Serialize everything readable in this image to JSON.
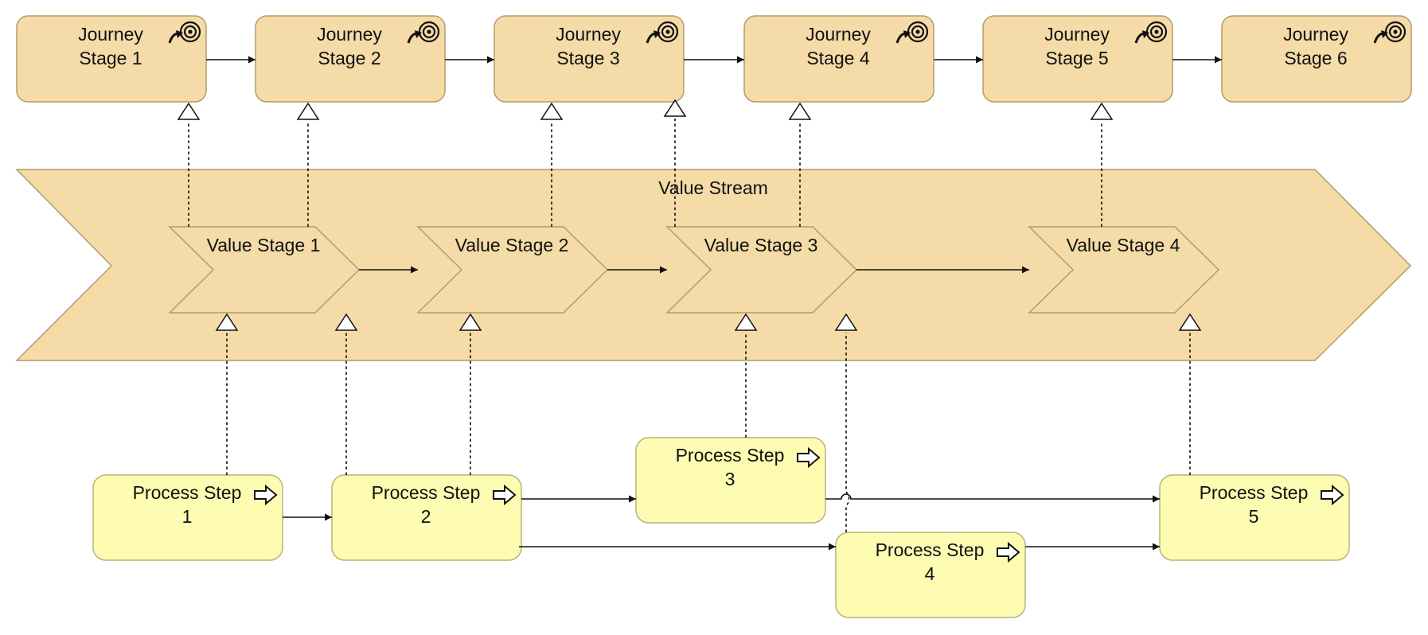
{
  "colors": {
    "journey_fill": "#f4dba7",
    "value_fill": "#f4dba7",
    "process_fill": "#fdfcb2",
    "border_tan": "#b59b6b",
    "line": "#111111"
  },
  "value_stream": {
    "label": "Value Stream"
  },
  "journey_stages": [
    {
      "id": "j1",
      "lines": [
        "Journey",
        "Stage 1"
      ],
      "icon": "target-icon"
    },
    {
      "id": "j2",
      "lines": [
        "Journey",
        "Stage 2"
      ],
      "icon": "target-icon"
    },
    {
      "id": "j3",
      "lines": [
        "Journey",
        "Stage 3"
      ],
      "icon": "target-icon"
    },
    {
      "id": "j4",
      "lines": [
        "Journey",
        "Stage 4"
      ],
      "icon": "target-icon"
    },
    {
      "id": "j5",
      "lines": [
        "Journey",
        "Stage 5"
      ],
      "icon": "target-icon"
    },
    {
      "id": "j6",
      "lines": [
        "Journey",
        "Stage 6"
      ],
      "icon": "target-icon"
    }
  ],
  "value_stages": [
    {
      "id": "v1",
      "label": "Value Stage 1"
    },
    {
      "id": "v2",
      "label": "Value Stage 2"
    },
    {
      "id": "v3",
      "label": "Value Stage 3"
    },
    {
      "id": "v4",
      "label": "Value Stage 4"
    }
  ],
  "process_steps": [
    {
      "id": "p1",
      "lines": [
        "Process Step",
        "1"
      ],
      "icon": "process-arrow-icon"
    },
    {
      "id": "p2",
      "lines": [
        "Process Step",
        "2"
      ],
      "icon": "process-arrow-icon"
    },
    {
      "id": "p3",
      "lines": [
        "Process Step",
        "3"
      ],
      "icon": "process-arrow-icon"
    },
    {
      "id": "p4",
      "lines": [
        "Process Step",
        "4"
      ],
      "icon": "process-arrow-icon"
    },
    {
      "id": "p5",
      "lines": [
        "Process Step",
        "5"
      ],
      "icon": "process-arrow-icon"
    }
  ],
  "flows": [
    {
      "from": "j1",
      "to": "j2"
    },
    {
      "from": "j2",
      "to": "j3"
    },
    {
      "from": "j3",
      "to": "j4"
    },
    {
      "from": "j4",
      "to": "j5"
    },
    {
      "from": "j5",
      "to": "j6"
    },
    {
      "from": "v1",
      "to": "v2"
    },
    {
      "from": "v2",
      "to": "v3"
    },
    {
      "from": "v3",
      "to": "v4"
    },
    {
      "from": "p1",
      "to": "p2"
    },
    {
      "from": "p2",
      "to": "p3"
    },
    {
      "from": "p2",
      "to": "p4"
    },
    {
      "from": "p3",
      "to": "p5"
    },
    {
      "from": "p4",
      "to": "p5"
    }
  ],
  "realizations": [
    {
      "from": "v1",
      "to": "j1"
    },
    {
      "from": "v1",
      "to": "j2"
    },
    {
      "from": "v2",
      "to": "j3"
    },
    {
      "from": "v3",
      "to": "j3"
    },
    {
      "from": "v3",
      "to": "j4"
    },
    {
      "from": "v4",
      "to": "j5"
    },
    {
      "from": "p1",
      "to": "v1"
    },
    {
      "from": "p2",
      "to": "v1"
    },
    {
      "from": "p2",
      "to": "v2"
    },
    {
      "from": "p3",
      "to": "v3"
    },
    {
      "from": "p4",
      "to": "v3"
    },
    {
      "from": "p5",
      "to": "v4"
    }
  ]
}
